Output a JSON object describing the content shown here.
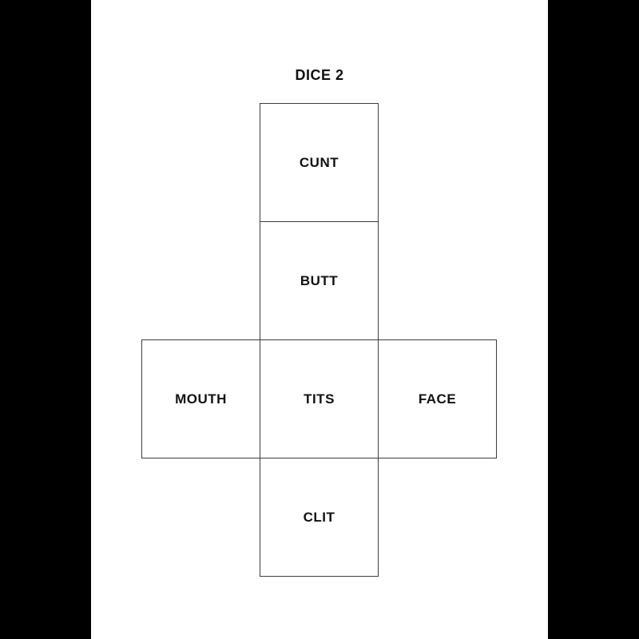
{
  "page": {
    "title": "DICE 2",
    "background_color": "#ffffff",
    "side_bar_color": "#000000",
    "line_color": "#3d3d3d",
    "text_color": "#111111"
  },
  "dice_net": {
    "type": "cube-net-cross",
    "faces": [
      {
        "position": "top",
        "label": "CUNT"
      },
      {
        "position": "upper-middle",
        "label": "BUTT"
      },
      {
        "position": "left",
        "label": "MOUTH"
      },
      {
        "position": "center",
        "label": "TITS"
      },
      {
        "position": "right",
        "label": "FACE"
      },
      {
        "position": "bottom",
        "label": "CLIT"
      }
    ]
  }
}
